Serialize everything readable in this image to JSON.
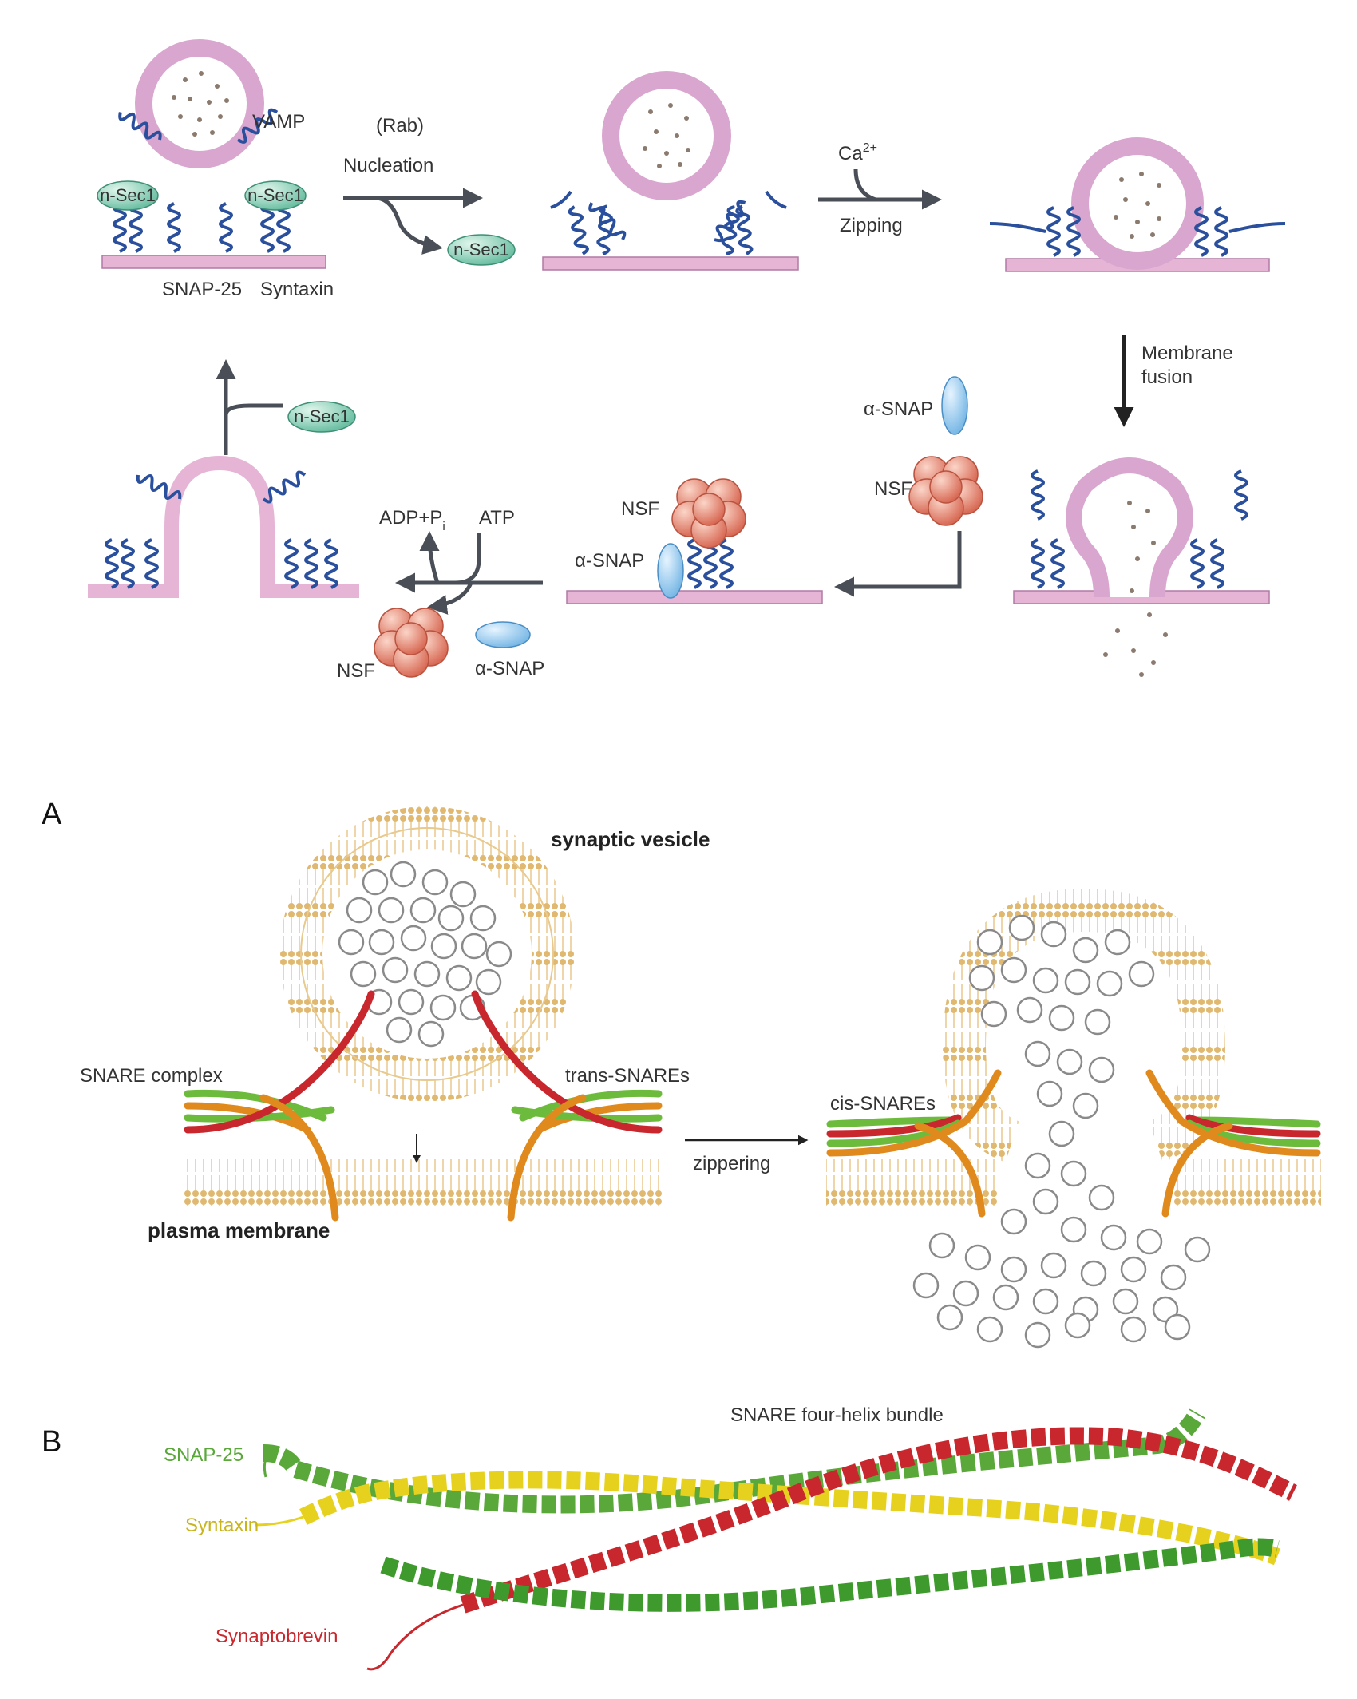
{
  "top_diagram": {
    "labels": {
      "vamp": "VAMP",
      "rab": "(Rab)",
      "nucleation": "Nucleation",
      "nsec1_a": "n-Sec1",
      "nsec1_b": "n-Sec1",
      "nsec1_released": "n-Sec1",
      "nsec1_return": "n-Sec1",
      "snap25": "SNAP-25",
      "syntaxin": "Syntaxin",
      "ca": "Ca",
      "ca_sup": "2+",
      "zipping": "Zipping",
      "membrane_fusion_1": "Membrane",
      "membrane_fusion_2": "fusion",
      "alpha_snap_top": "α-SNAP",
      "nsf_right": "NSF",
      "nsf_mid": "NSF",
      "alpha_snap_mid": "α-SNAP",
      "adp": "ADP+P",
      "adp_sub": "i",
      "atp": "ATP",
      "nsf_left": "NSF",
      "alpha_snap_left": "α-SNAP"
    }
  },
  "panel_a": {
    "letter": "A",
    "synaptic_vesicle": "synaptic vesicle",
    "snare_complex": "SNARE complex",
    "trans_snares": "trans-SNAREs",
    "plasma_membrane": "plasma membrane",
    "zippering": "zippering",
    "cis_snares": "cis-SNAREs"
  },
  "panel_b": {
    "letter": "B",
    "title": "SNARE four-helix bundle",
    "snap25": "SNAP-25",
    "syntaxin": "Syntaxin",
    "synaptobrevin": "Synaptobrevin"
  },
  "colors": {
    "vesicle": "#d9a6cf",
    "membrane": "#e6b5d6",
    "helix": "#2a4f9c",
    "nsec1": "#9fd8c3",
    "nsf": "#e88a78",
    "alpha_snap": "#9ccbee",
    "lipid": "#e8c98e",
    "snare_red": "#c8272d",
    "snare_orange": "#e08a1e",
    "snare_green": "#6dbb3c",
    "syntaxin_yellow": "#e6d21e"
  }
}
